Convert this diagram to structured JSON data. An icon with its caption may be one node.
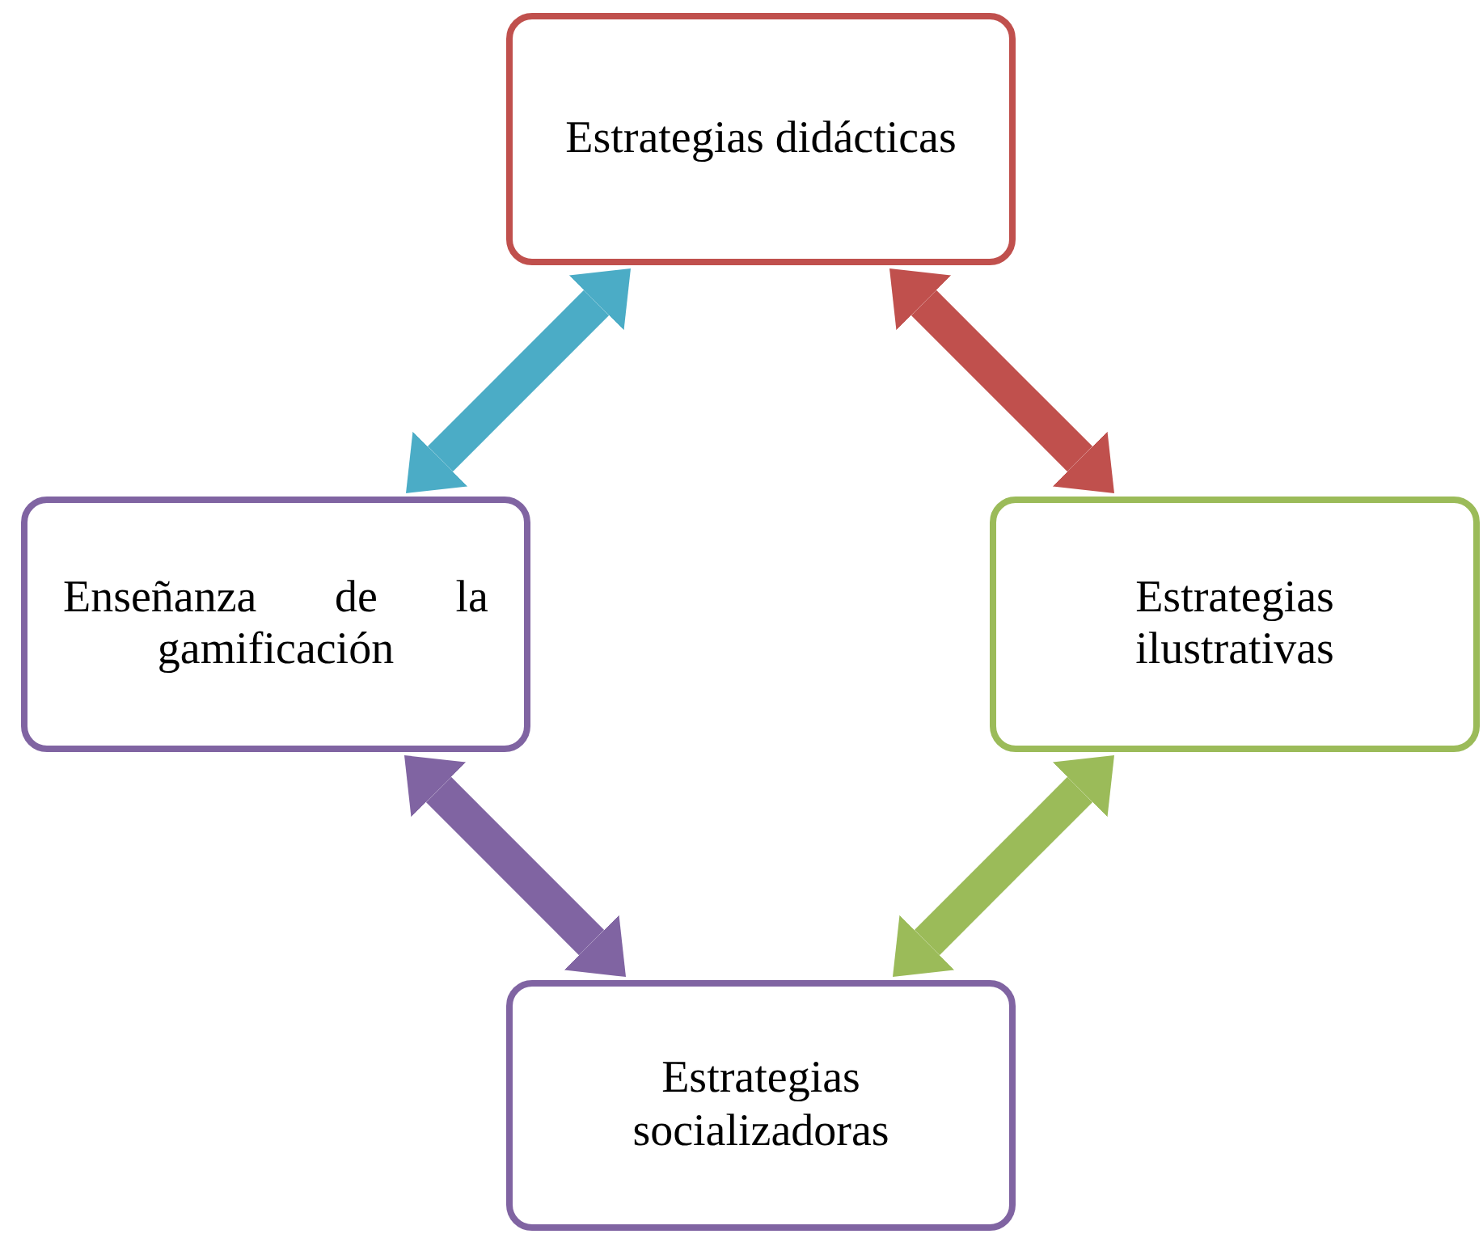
{
  "diagram": {
    "nodes": [
      {
        "text": [
          "Estrategias didácticas"
        ]
      },
      {
        "text": [
          "Enseñanza de la gamificación"
        ]
      },
      {
        "text": [
          "Estrategias ilustrativas"
        ]
      },
      {
        "text": [
          "Estrategias socializadoras"
        ]
      }
    ],
    "edges": [
      {
        "from": 0,
        "to": 1,
        "arrow": "both",
        "color": "#4bacc6"
      },
      {
        "from": 0,
        "to": 2,
        "arrow": "both",
        "color": "#c0504d"
      },
      {
        "from": 2,
        "to": 3,
        "arrow": "both",
        "color": "#9bbb59"
      },
      {
        "from": 1,
        "to": 3,
        "arrow": "both",
        "color": "#8064a2"
      }
    ]
  }
}
